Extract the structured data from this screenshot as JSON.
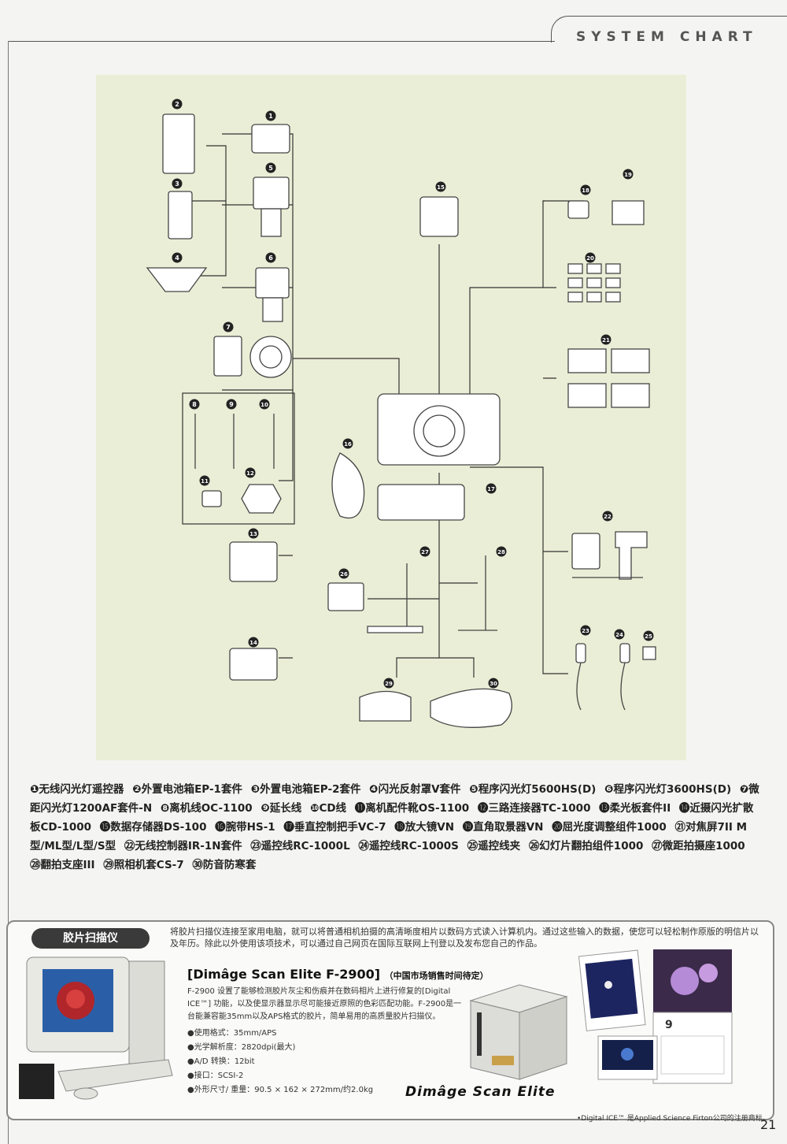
{
  "header": {
    "title": "SYSTEM CHART"
  },
  "legend_items": [
    "❶无线闪光灯遥控器",
    "❷外置电池箱EP-1套件",
    "❸外置电池箱EP-2套件",
    "❹闪光反射罩V套件",
    "❺程序闪光灯5600HS(D)",
    "❻程序闪光灯3600HS(D)",
    "❼微距闪光灯1200AF套件-N",
    "❽离机线OC-1100",
    "❾延长线",
    "❿CD线",
    "⓫离机配件靴OS-1100",
    "⓬三路连接器TC-1000",
    "⓭柔光板套件II",
    "⓮近摄闪光扩散板CD-1000",
    "⓯数据存储器DS-100",
    "⓰腕带HS-1",
    "⓱垂直控制把手VC-7",
    "⓲放大镜VN",
    "⓳直角取景器VN",
    "⓴屈光度调整组件1000",
    "㉑对焦屏7II M型/ML型/L型/S型",
    "㉒无线控制器IR-1N套件",
    "㉓遥控线RC-1000L",
    "㉔遥控线RC-1000S",
    "㉕遥控线夹",
    "㉖幻灯片翻拍组件1000",
    "㉗微距拍摄座1000",
    "㉘翻拍支座III",
    "㉙照相机套CS-7",
    "㉚防音防寒套"
  ],
  "chart_numbers": [
    "1",
    "2",
    "3",
    "4",
    "5",
    "6",
    "7",
    "8",
    "9",
    "10",
    "11",
    "12",
    "13",
    "14",
    "15",
    "16",
    "17",
    "18",
    "19",
    "20",
    "21",
    "22",
    "23",
    "24",
    "25",
    "26",
    "27",
    "28",
    "29",
    "30"
  ],
  "scanner": {
    "badge": "胶片扫描仪",
    "intro": "将胶片扫描仪连接至家用电脑，就可以将普通相机拍摄的高清晰度相片以数码方式读入计算机内。通过这些输入的数据，使您可以轻松制作原版的明信片以及年历。除此以外使用该项技术，可以通过自己网页在国际互联网上刊登以及发布您自己的作品。",
    "title": "[Dimâge Scan Elite F-2900]",
    "title_note": "（中国市场销售时间待定）",
    "description": "F-2900 设置了能够检测胶片灰尘和伤痕并在数码相片上进行修复的[Digital ICE™] 功能，以及使显示器显示尽可能接近原照的色彩匹配功能。F-2900是一台能兼容能35mm以及APS格式的胶片，简单易用的高质量胶片扫描仪。",
    "specs": [
      "●使用格式：35mm/APS",
      "●光学解析度：2820dpi(最大)",
      "●A/D 转换：12bit",
      "●接口：SCSI-2",
      "●外形尺寸/ 重量：90.5 × 162 × 272mm/约2.0kg"
    ],
    "brand": "Dimâge Scan Elite",
    "trademark_note": "•Digital ICE™ 是Applied Science Firton公司的注册商标。",
    "calendar_month": "9"
  },
  "page_number": "21",
  "colors": {
    "chart_bg": "#ebeed6",
    "page_bg": "#f4f4f2",
    "badge_bg": "#3a3a3a"
  }
}
